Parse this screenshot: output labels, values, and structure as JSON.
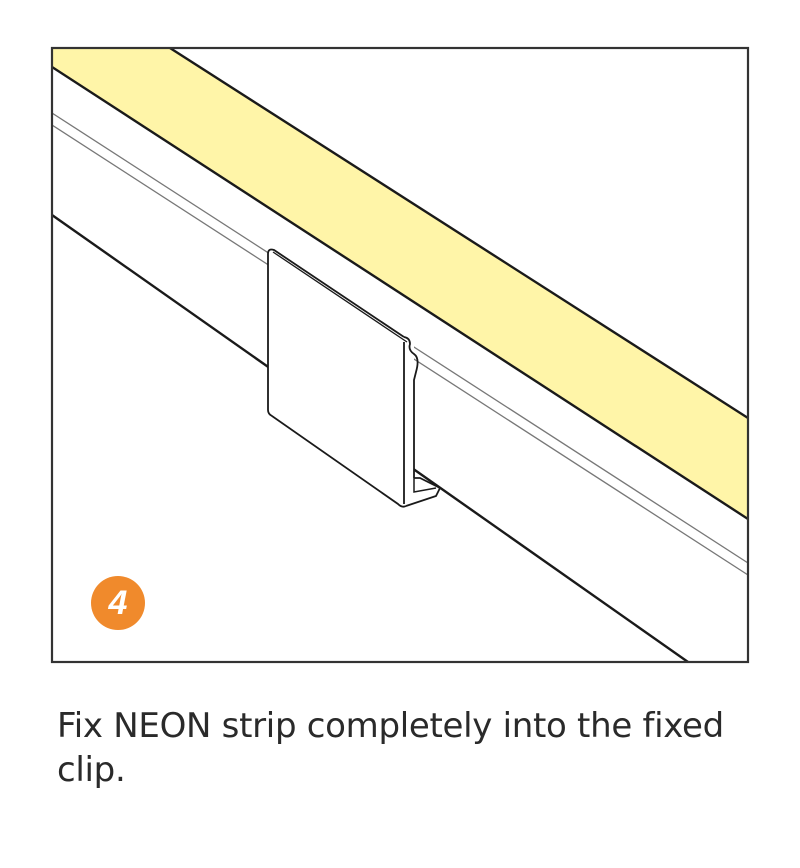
{
  "step": {
    "number": "4",
    "badge_color": "#F08A2C",
    "badge_text_color": "#FFFFFF"
  },
  "illustration": {
    "subject": "NEON strip seated in fixed clip",
    "neon_strip_color": "#FFF5A8",
    "outline_color": "#1a1a1a",
    "guide_line_color": "#777777",
    "frame_color": "#333333"
  },
  "caption": {
    "text": "Fix NEON strip completely into the fixed clip."
  }
}
